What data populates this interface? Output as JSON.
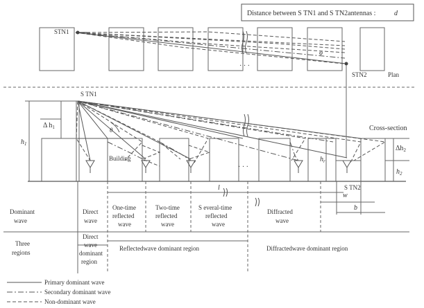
{
  "header": {
    "distance_label": "Distance between S TN1 and  S TN2antennas :",
    "distance_symbol": "d"
  },
  "plan": {
    "stn1_label": "STN1",
    "stn2_label": "STN2",
    "plan_label": "Plan",
    "phi_label": "φ",
    "dots": "· · ·"
  },
  "cross_section": {
    "stn1_label": "S TN1",
    "stn2_label": "S TN2",
    "cross_label": "Cross-section",
    "building_label": "Building",
    "theta_label": "θ",
    "dots": "· · ·",
    "delta_h1_label": "Δ h",
    "delta_h1_sub": "1",
    "h1_label": "h",
    "h1_sub": "1",
    "hr_label": "h",
    "hr_sub": "r",
    "delta_h2_label": "Δh",
    "delta_h2_sub": "2",
    "h2_label": "h",
    "h2_sub": "2",
    "l_label": "l",
    "w_label": "w",
    "b_label": "b"
  },
  "table": {
    "row1_header": [
      "Dominant",
      "wave"
    ],
    "row1_cells": [
      [
        "Direct",
        "wave"
      ],
      [
        "One-time",
        "reflected",
        "wave"
      ],
      [
        "Two-time",
        "reflected",
        "wave"
      ],
      [
        "S everal-time",
        "reflected",
        "wave"
      ],
      [
        "Diffracted",
        "wave"
      ]
    ],
    "row2_header": [
      "Three",
      "regions"
    ],
    "row2_cells": [
      [
        "Direct",
        "wave",
        "dominant",
        "region"
      ],
      [
        "Reflectedwave dominant region"
      ],
      [
        "Diffractedwave dominant region"
      ]
    ]
  },
  "legend": {
    "items": [
      {
        "label": "Primary dominant wave",
        "style": "solid"
      },
      {
        "label": "Secondary dominant wave",
        "style": "dashdot"
      },
      {
        "label": "Non-dominant wave",
        "style": "dashed"
      }
    ]
  },
  "colors": {
    "line": "#555555",
    "text": "#333333"
  }
}
